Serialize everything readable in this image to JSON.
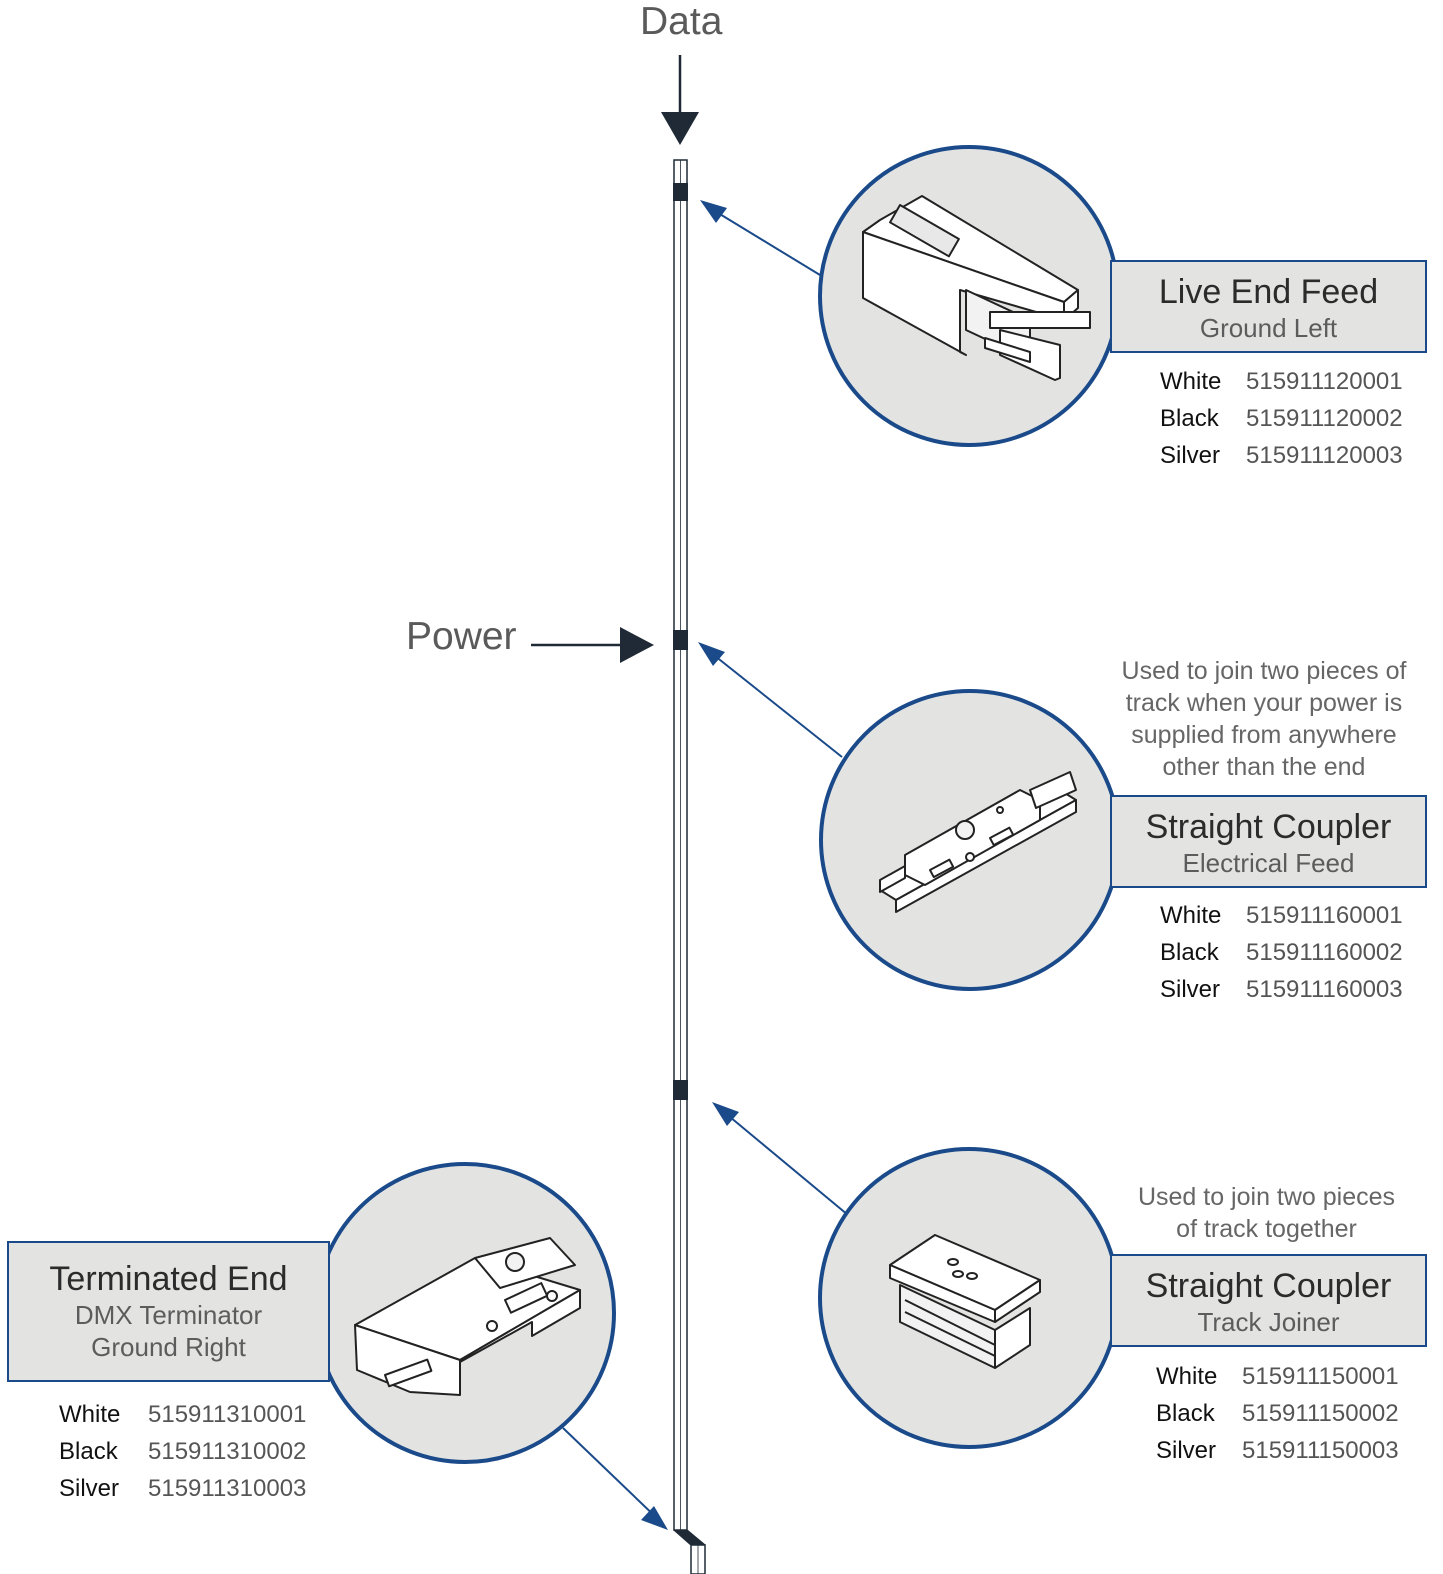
{
  "labels": {
    "data": "Data",
    "power": "Power"
  },
  "parts": [
    {
      "title": "Live End Feed",
      "subtitle": "Ground Left",
      "note": "",
      "codes": [
        {
          "color": "White",
          "code": "515911120001"
        },
        {
          "color": "Black",
          "code": "515911120002"
        },
        {
          "color": "Silver",
          "code": "515911120003"
        }
      ]
    },
    {
      "title": "Straight Coupler",
      "subtitle": "Electrical Feed",
      "note": "Used to join two pieces of track when your power is supplied from anywhere other than the end",
      "note_lines": [
        "Used to join two pieces of",
        "track when your power is",
        "supplied from anywhere",
        "other than the end"
      ],
      "codes": [
        {
          "color": "White",
          "code": "515911160001"
        },
        {
          "color": "Black",
          "code": "515911160002"
        },
        {
          "color": "Silver",
          "code": "515911160003"
        }
      ]
    },
    {
      "title": "Straight Coupler",
      "subtitle": "Track Joiner",
      "note": "Used to join two pieces of track together",
      "note_lines": [
        "Used to join two pieces",
        "of track together"
      ],
      "codes": [
        {
          "color": "White",
          "code": "515911150001"
        },
        {
          "color": "Black",
          "code": "515911150002"
        },
        {
          "color": "Silver",
          "code": "515911150003"
        }
      ]
    },
    {
      "title": "Terminated End",
      "subtitle": "DMX Terminator",
      "subtitle2": "Ground Right",
      "note": "",
      "codes": [
        {
          "color": "White",
          "code": "515911310001"
        },
        {
          "color": "Black",
          "code": "515911310002"
        },
        {
          "color": "Silver",
          "code": "515911310003"
        }
      ]
    }
  ],
  "colors": {
    "accent": "#1a4a8a",
    "panel": "#e3e4e2",
    "track": "#1f2a36"
  }
}
